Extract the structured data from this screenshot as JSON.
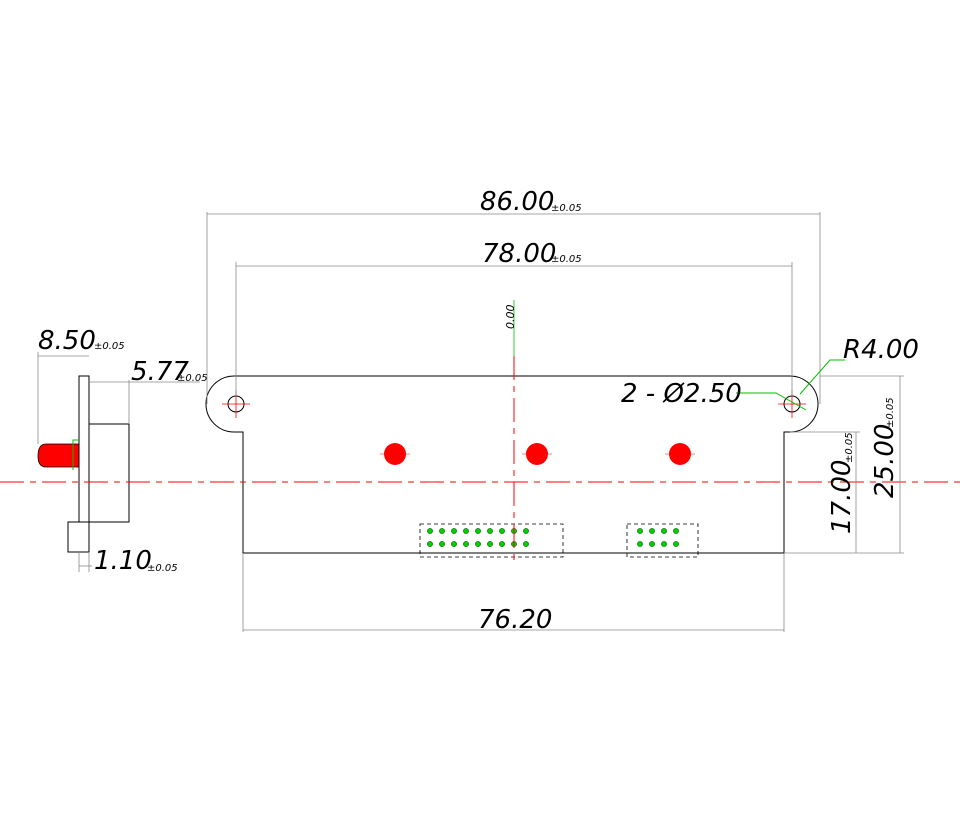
{
  "dimensions": {
    "overall_width": "86.00",
    "hole_spacing": "78.00",
    "board_width": "76.20",
    "overall_height": "25.00",
    "lower_height": "17.00",
    "side_depth": "8.50",
    "side_body": "5.77",
    "side_thickness": "1.10",
    "zero_ref": "0.00",
    "tolerance": "±0.05",
    "corner_radius": "R4.00",
    "holes": "2 - Ø2.50"
  },
  "colors": {
    "led": "#ff0000",
    "centerline": "#ff0000",
    "leader": "#00c000",
    "pin": "#00d000"
  },
  "led_count": 3,
  "header_large_pins": 18,
  "header_small_pins": 8
}
